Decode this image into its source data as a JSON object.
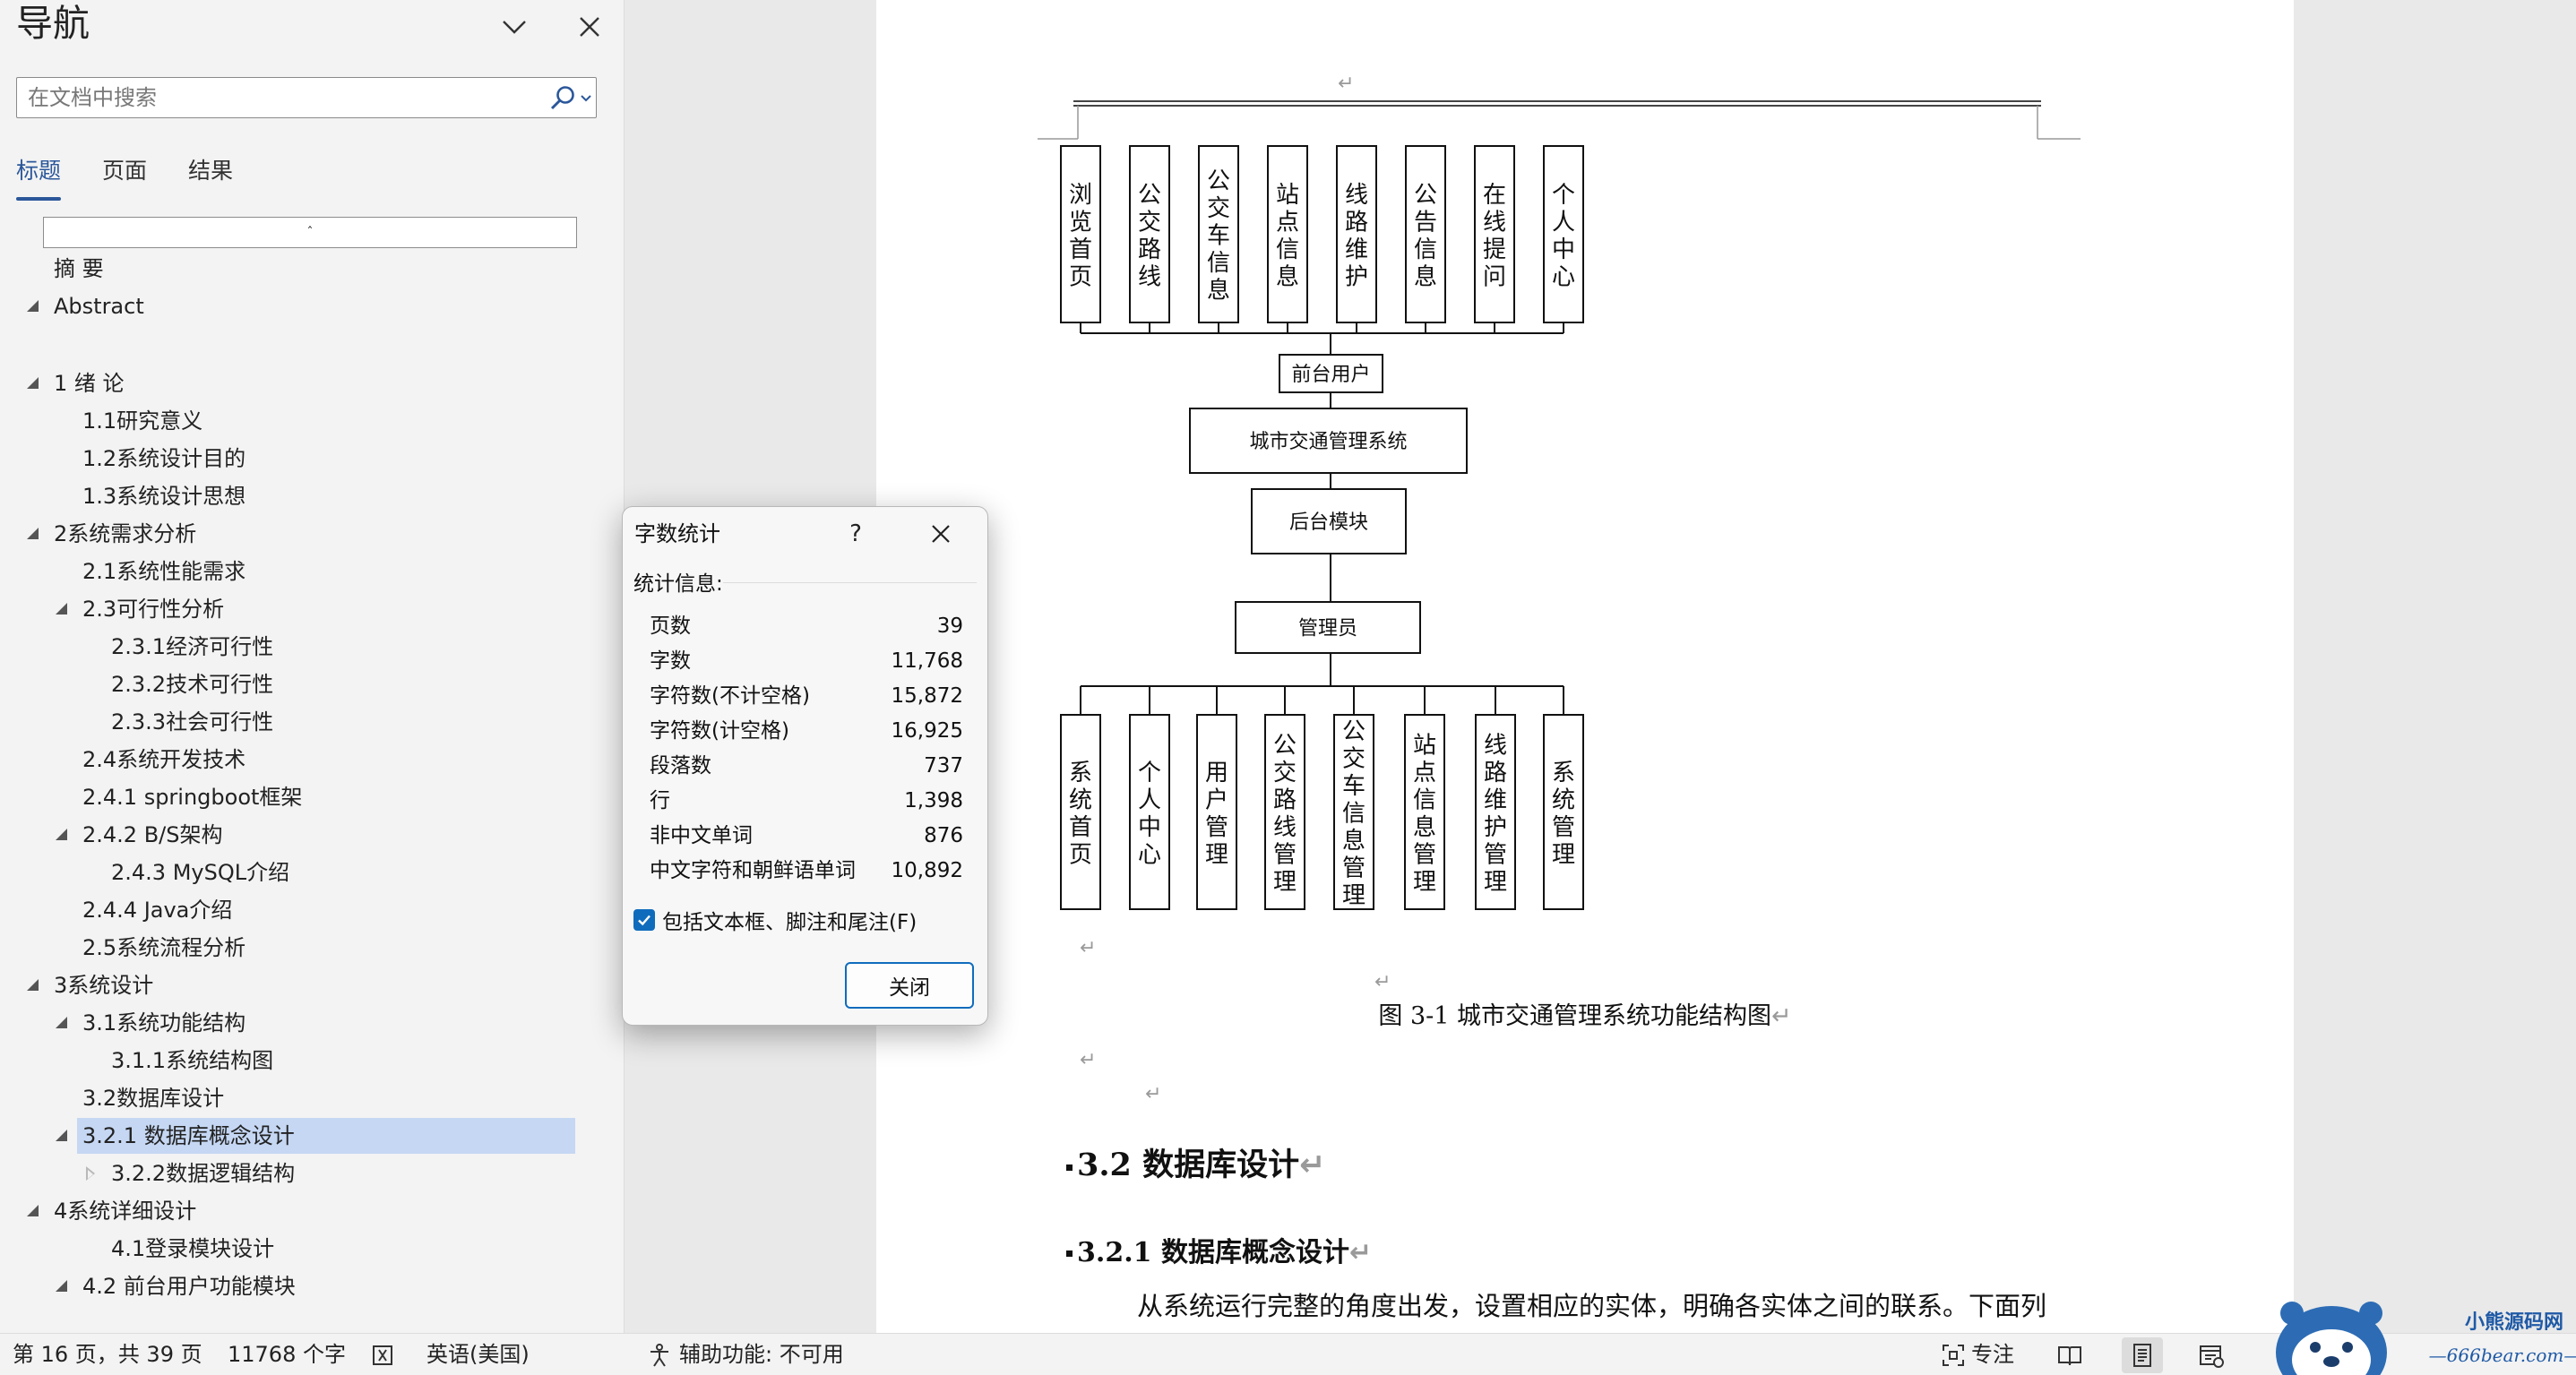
{
  "nav": {
    "title": "导航",
    "search_placeholder": "在文档中搜索",
    "tabs": [
      {
        "label": "标题",
        "active": true
      },
      {
        "label": "页面",
        "active": false
      },
      {
        "label": "结果",
        "active": false
      }
    ],
    "placeholder_mark": "ˆ",
    "headings": [
      {
        "text": "摘  要",
        "level": 1,
        "toggle": "none",
        "selected": false
      },
      {
        "text": "Abstract",
        "level": 1,
        "toggle": "expanded",
        "selected": false
      },
      {
        "text": "1 绪  论",
        "level": 1,
        "toggle": "expanded",
        "selected": false
      },
      {
        "text": "1.1研究意义",
        "level": 2,
        "toggle": "none",
        "selected": false
      },
      {
        "text": "1.2系统设计目的",
        "level": 2,
        "toggle": "none",
        "selected": false
      },
      {
        "text": "1.3系统设计思想",
        "level": 2,
        "toggle": "none",
        "selected": false
      },
      {
        "text": "2系统需求分析",
        "level": 1,
        "toggle": "expanded",
        "selected": false
      },
      {
        "text": "2.1系统性能需求",
        "level": 2,
        "toggle": "none",
        "selected": false
      },
      {
        "text": "2.3可行性分析",
        "level": 2,
        "toggle": "expanded",
        "selected": false
      },
      {
        "text": "2.3.1经济可行性",
        "level": 3,
        "toggle": "none",
        "selected": false
      },
      {
        "text": "2.3.2技术可行性",
        "level": 3,
        "toggle": "none",
        "selected": false
      },
      {
        "text": "2.3.3社会可行性",
        "level": 3,
        "toggle": "none",
        "selected": false
      },
      {
        "text": "2.4系统开发技术",
        "level": 2,
        "toggle": "none",
        "selected": false
      },
      {
        "text": "2.4.1 springboot框架",
        "level": 2,
        "toggle": "none",
        "selected": false
      },
      {
        "text": "2.4.2 B/S架构",
        "level": 2,
        "toggle": "expanded",
        "selected": false
      },
      {
        "text": "2.4.3 MySQL介绍",
        "level": 3,
        "toggle": "none",
        "selected": false
      },
      {
        "text": "2.4.4 Java介绍",
        "level": 2,
        "toggle": "none",
        "selected": false
      },
      {
        "text": "2.5系统流程分析",
        "level": 2,
        "toggle": "none",
        "selected": false
      },
      {
        "text": "3系统设计",
        "level": 1,
        "toggle": "expanded",
        "selected": false
      },
      {
        "text": "3.1系统功能结构",
        "level": 2,
        "toggle": "expanded",
        "selected": false
      },
      {
        "text": "3.1.1系统结构图",
        "level": 3,
        "toggle": "none",
        "selected": false
      },
      {
        "text": "3.2数据库设计",
        "level": 2,
        "toggle": "none",
        "selected": false
      },
      {
        "text": "3.2.1 数据库概念设计",
        "level": 2,
        "toggle": "expanded",
        "selected": true
      },
      {
        "text": "3.2.2数据逻辑结构",
        "level": 3,
        "toggle": "collapsed",
        "selected": false
      },
      {
        "text": "4系统详细设计",
        "level": 1,
        "toggle": "expanded",
        "selected": false
      },
      {
        "text": "4.1登录模块设计",
        "level": 3,
        "toggle": "none",
        "selected": false
      },
      {
        "text": "4.2 前台用户功能模块",
        "level": 2,
        "toggle": "expanded",
        "selected": false
      }
    ]
  },
  "document": {
    "diagram": {
      "top_modules": [
        "浏览首页",
        "公交路线",
        "公交车信息",
        "站点信息",
        "线路维护",
        "公告信息",
        "在线提问",
        "个人中心"
      ],
      "frontend_node": "前台用户",
      "system_node": "城市交通管理系统",
      "backend_node": "后台模块",
      "admin_node": "管理员",
      "bottom_modules": [
        "系统首页",
        "个人中心",
        "用户管理",
        "公交路线管理",
        "公交车信息管理",
        "站点信息管理",
        "线路维护管理",
        "系统管理"
      ]
    },
    "figure_caption": "图 3-1  城市交通管理系统功能结构图",
    "heading_2": "3.2 数据库设计",
    "heading_3": "3.2.1  数据库概念设计",
    "body_text": "从系统运行完整的角度出发，设置相应的实体，明确各实体之间的联系。下面列",
    "paragraph_mark": "↵"
  },
  "dialog": {
    "title": "字数统计",
    "help": "?",
    "stats_label": "统计信息:",
    "stats": [
      {
        "label": "页数",
        "value": "39"
      },
      {
        "label": "字数",
        "value": "11,768"
      },
      {
        "label": "字符数(不计空格)",
        "value": "15,872"
      },
      {
        "label": "字符数(计空格)",
        "value": "16,925"
      },
      {
        "label": "段落数",
        "value": "737"
      },
      {
        "label": "行",
        "value": "1,398"
      },
      {
        "label": "非中文单词",
        "value": "876"
      },
      {
        "label": "中文字符和朝鲜语单词",
        "value": "10,892"
      }
    ],
    "checkbox_label": "包括文本框、脚注和尾注(F)",
    "checkbox_checked": true,
    "close_button": "关闭"
  },
  "status_bar": {
    "page_info": "第 16 页，共 39 页",
    "word_count": "11768 个字",
    "language": "英语(美国)",
    "accessibility": "辅助功能: 不可用",
    "focus": "专注"
  },
  "watermark": {
    "name": "小熊源码网",
    "url": "—666bear.com—"
  },
  "colors": {
    "accent": "#2b579a",
    "selection": "#c5d7f3",
    "dialog_button": "#0f6cbd"
  }
}
